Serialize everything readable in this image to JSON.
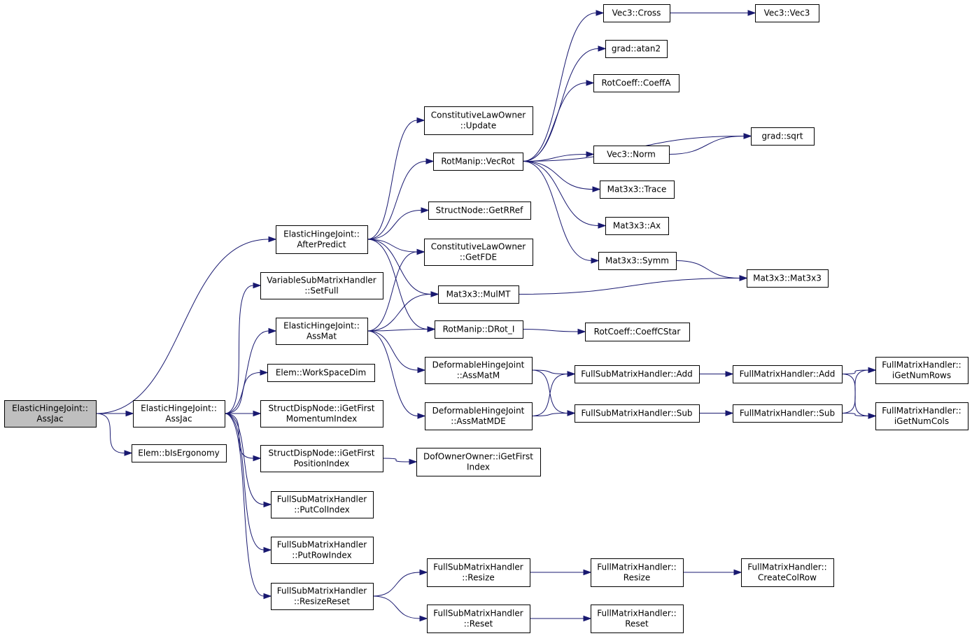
{
  "graph": {
    "title": "",
    "colors": {
      "edge": "#191970",
      "node_fill": "#ffffff",
      "focus_fill": "#bfbfbf",
      "border": "#000000"
    },
    "nodes": [
      {
        "id": "root",
        "lines": [
          "ElasticHingeJoint::",
          "AssJac"
        ],
        "focus": true
      },
      {
        "id": "ehj_assjac",
        "lines": [
          "ElasticHingeJoint::",
          "AssJac"
        ]
      },
      {
        "id": "bisergonomy",
        "lines": [
          "Elem::bIsErgonomy"
        ]
      },
      {
        "id": "afterpredict",
        "lines": [
          "ElasticHingeJoint::",
          "AfterPredict"
        ]
      },
      {
        "id": "vsmh_setfull",
        "lines": [
          "VariableSubMatrixHandler",
          "::SetFull"
        ]
      },
      {
        "id": "ehj_assmat",
        "lines": [
          "ElasticHingeJoint::",
          "AssMat"
        ]
      },
      {
        "id": "workspacedim",
        "lines": [
          "Elem::WorkSpaceDim"
        ]
      },
      {
        "id": "sdn_momentum",
        "lines": [
          "StructDispNode::iGetFirst",
          "MomentumIndex"
        ]
      },
      {
        "id": "sdn_position",
        "lines": [
          "StructDispNode::iGetFirst",
          "PositionIndex"
        ]
      },
      {
        "id": "fsmh_putcol",
        "lines": [
          "FullSubMatrixHandler",
          "::PutColIndex"
        ]
      },
      {
        "id": "fsmh_putrow",
        "lines": [
          "FullSubMatrixHandler",
          "::PutRowIndex"
        ]
      },
      {
        "id": "fsmh_resizereset",
        "lines": [
          "FullSubMatrixHandler",
          "::ResizeReset"
        ]
      },
      {
        "id": "clo_update",
        "lines": [
          "ConstitutiveLawOwner",
          "::Update"
        ]
      },
      {
        "id": "vecrot",
        "lines": [
          "RotManip::VecRot"
        ]
      },
      {
        "id": "getrref",
        "lines": [
          "StructNode::GetRRef"
        ]
      },
      {
        "id": "clo_getfde",
        "lines": [
          "ConstitutiveLawOwner",
          "::GetFDE"
        ]
      },
      {
        "id": "mulmt",
        "lines": [
          "Mat3x3::MulMT"
        ]
      },
      {
        "id": "drot",
        "lines": [
          "RotManip::DRot_I"
        ]
      },
      {
        "id": "dhj_assmatm",
        "lines": [
          "DeformableHingeJoint",
          "::AssMatM"
        ]
      },
      {
        "id": "dhj_assmatmde",
        "lines": [
          "DeformableHingeJoint",
          "::AssMatMDE"
        ]
      },
      {
        "id": "doo_getfirst",
        "lines": [
          "DofOwnerOwner::iGetFirst",
          "Index"
        ]
      },
      {
        "id": "fsmh_resize",
        "lines": [
          "FullSubMatrixHandler",
          "::Resize"
        ]
      },
      {
        "id": "fsmh_reset",
        "lines": [
          "FullSubMatrixHandler",
          "::Reset"
        ]
      },
      {
        "id": "vec3_cross",
        "lines": [
          "Vec3::Cross"
        ]
      },
      {
        "id": "grad_atan2",
        "lines": [
          "grad::atan2"
        ]
      },
      {
        "id": "rotcoeff_a",
        "lines": [
          "RotCoeff::CoeffA"
        ]
      },
      {
        "id": "vec3_norm",
        "lines": [
          "Vec3::Norm"
        ]
      },
      {
        "id": "mat3_trace",
        "lines": [
          "Mat3x3::Trace"
        ]
      },
      {
        "id": "mat3_ax",
        "lines": [
          "Mat3x3::Ax"
        ]
      },
      {
        "id": "mat3_symm",
        "lines": [
          "Mat3x3::Symm"
        ]
      },
      {
        "id": "rotcoeff_cstar",
        "lines": [
          "RotCoeff::CoeffCStar"
        ]
      },
      {
        "id": "fsmh_add",
        "lines": [
          "FullSubMatrixHandler::Add"
        ]
      },
      {
        "id": "fsmh_sub",
        "lines": [
          "FullSubMatrixHandler::Sub"
        ]
      },
      {
        "id": "fmh_resize",
        "lines": [
          "FullMatrixHandler::",
          "Resize"
        ]
      },
      {
        "id": "fmh_reset",
        "lines": [
          "FullMatrixHandler::",
          "Reset"
        ]
      },
      {
        "id": "vec3_vec3",
        "lines": [
          "Vec3::Vec3"
        ]
      },
      {
        "id": "grad_sqrt",
        "lines": [
          "grad::sqrt"
        ]
      },
      {
        "id": "mat3_mat3",
        "lines": [
          "Mat3x3::Mat3x3"
        ]
      },
      {
        "id": "fmh_add",
        "lines": [
          "FullMatrixHandler::Add"
        ]
      },
      {
        "id": "fmh_sub",
        "lines": [
          "FullMatrixHandler::Sub"
        ]
      },
      {
        "id": "fmh_createcolrow",
        "lines": [
          "FullMatrixHandler::",
          "CreateColRow"
        ]
      },
      {
        "id": "fmh_rows",
        "lines": [
          "FullMatrixHandler::",
          "iGetNumRows"
        ]
      },
      {
        "id": "fmh_cols",
        "lines": [
          "FullMatrixHandler::",
          "iGetNumCols"
        ]
      }
    ],
    "edges": [
      [
        "root",
        "ehj_assjac"
      ],
      [
        "root",
        "bisergonomy"
      ],
      [
        "root",
        "afterpredict"
      ],
      [
        "ehj_assjac",
        "vsmh_setfull"
      ],
      [
        "ehj_assjac",
        "ehj_assmat"
      ],
      [
        "ehj_assjac",
        "workspacedim"
      ],
      [
        "ehj_assjac",
        "sdn_momentum"
      ],
      [
        "ehj_assjac",
        "sdn_position"
      ],
      [
        "ehj_assjac",
        "fsmh_putcol"
      ],
      [
        "ehj_assjac",
        "fsmh_putrow"
      ],
      [
        "ehj_assjac",
        "fsmh_resizereset"
      ],
      [
        "afterpredict",
        "clo_update"
      ],
      [
        "afterpredict",
        "vecrot"
      ],
      [
        "afterpredict",
        "getrref"
      ],
      [
        "afterpredict",
        "clo_getfde"
      ],
      [
        "afterpredict",
        "mulmt"
      ],
      [
        "afterpredict",
        "drot"
      ],
      [
        "ehj_assmat",
        "clo_getfde"
      ],
      [
        "ehj_assmat",
        "mulmt"
      ],
      [
        "ehj_assmat",
        "drot"
      ],
      [
        "ehj_assmat",
        "dhj_assmatm"
      ],
      [
        "ehj_assmat",
        "dhj_assmatmde"
      ],
      [
        "sdn_position",
        "doo_getfirst"
      ],
      [
        "fsmh_resizereset",
        "fsmh_resize"
      ],
      [
        "fsmh_resizereset",
        "fsmh_reset"
      ],
      [
        "vecrot",
        "vec3_cross"
      ],
      [
        "vecrot",
        "grad_atan2"
      ],
      [
        "vecrot",
        "rotcoeff_a"
      ],
      [
        "vecrot",
        "grad_sqrt"
      ],
      [
        "vecrot",
        "vec3_norm"
      ],
      [
        "vecrot",
        "mat3_trace"
      ],
      [
        "vecrot",
        "mat3_ax"
      ],
      [
        "vecrot",
        "mat3_symm"
      ],
      [
        "vec3_cross",
        "vec3_vec3"
      ],
      [
        "vec3_norm",
        "grad_sqrt"
      ],
      [
        "mat3_symm",
        "mat3_mat3"
      ],
      [
        "mulmt",
        "mat3_mat3"
      ],
      [
        "drot",
        "rotcoeff_cstar"
      ],
      [
        "dhj_assmatm",
        "fsmh_add"
      ],
      [
        "dhj_assmatm",
        "fsmh_sub"
      ],
      [
        "dhj_assmatmde",
        "fsmh_add"
      ],
      [
        "dhj_assmatmde",
        "fsmh_sub"
      ],
      [
        "fsmh_add",
        "fmh_add"
      ],
      [
        "fsmh_sub",
        "fmh_sub"
      ],
      [
        "fmh_add",
        "fmh_rows"
      ],
      [
        "fmh_add",
        "fmh_cols"
      ],
      [
        "fmh_sub",
        "fmh_rows"
      ],
      [
        "fmh_sub",
        "fmh_cols"
      ],
      [
        "fsmh_resize",
        "fmh_resize"
      ],
      [
        "fmh_resize",
        "fmh_createcolrow"
      ],
      [
        "fsmh_reset",
        "fmh_reset"
      ]
    ]
  }
}
